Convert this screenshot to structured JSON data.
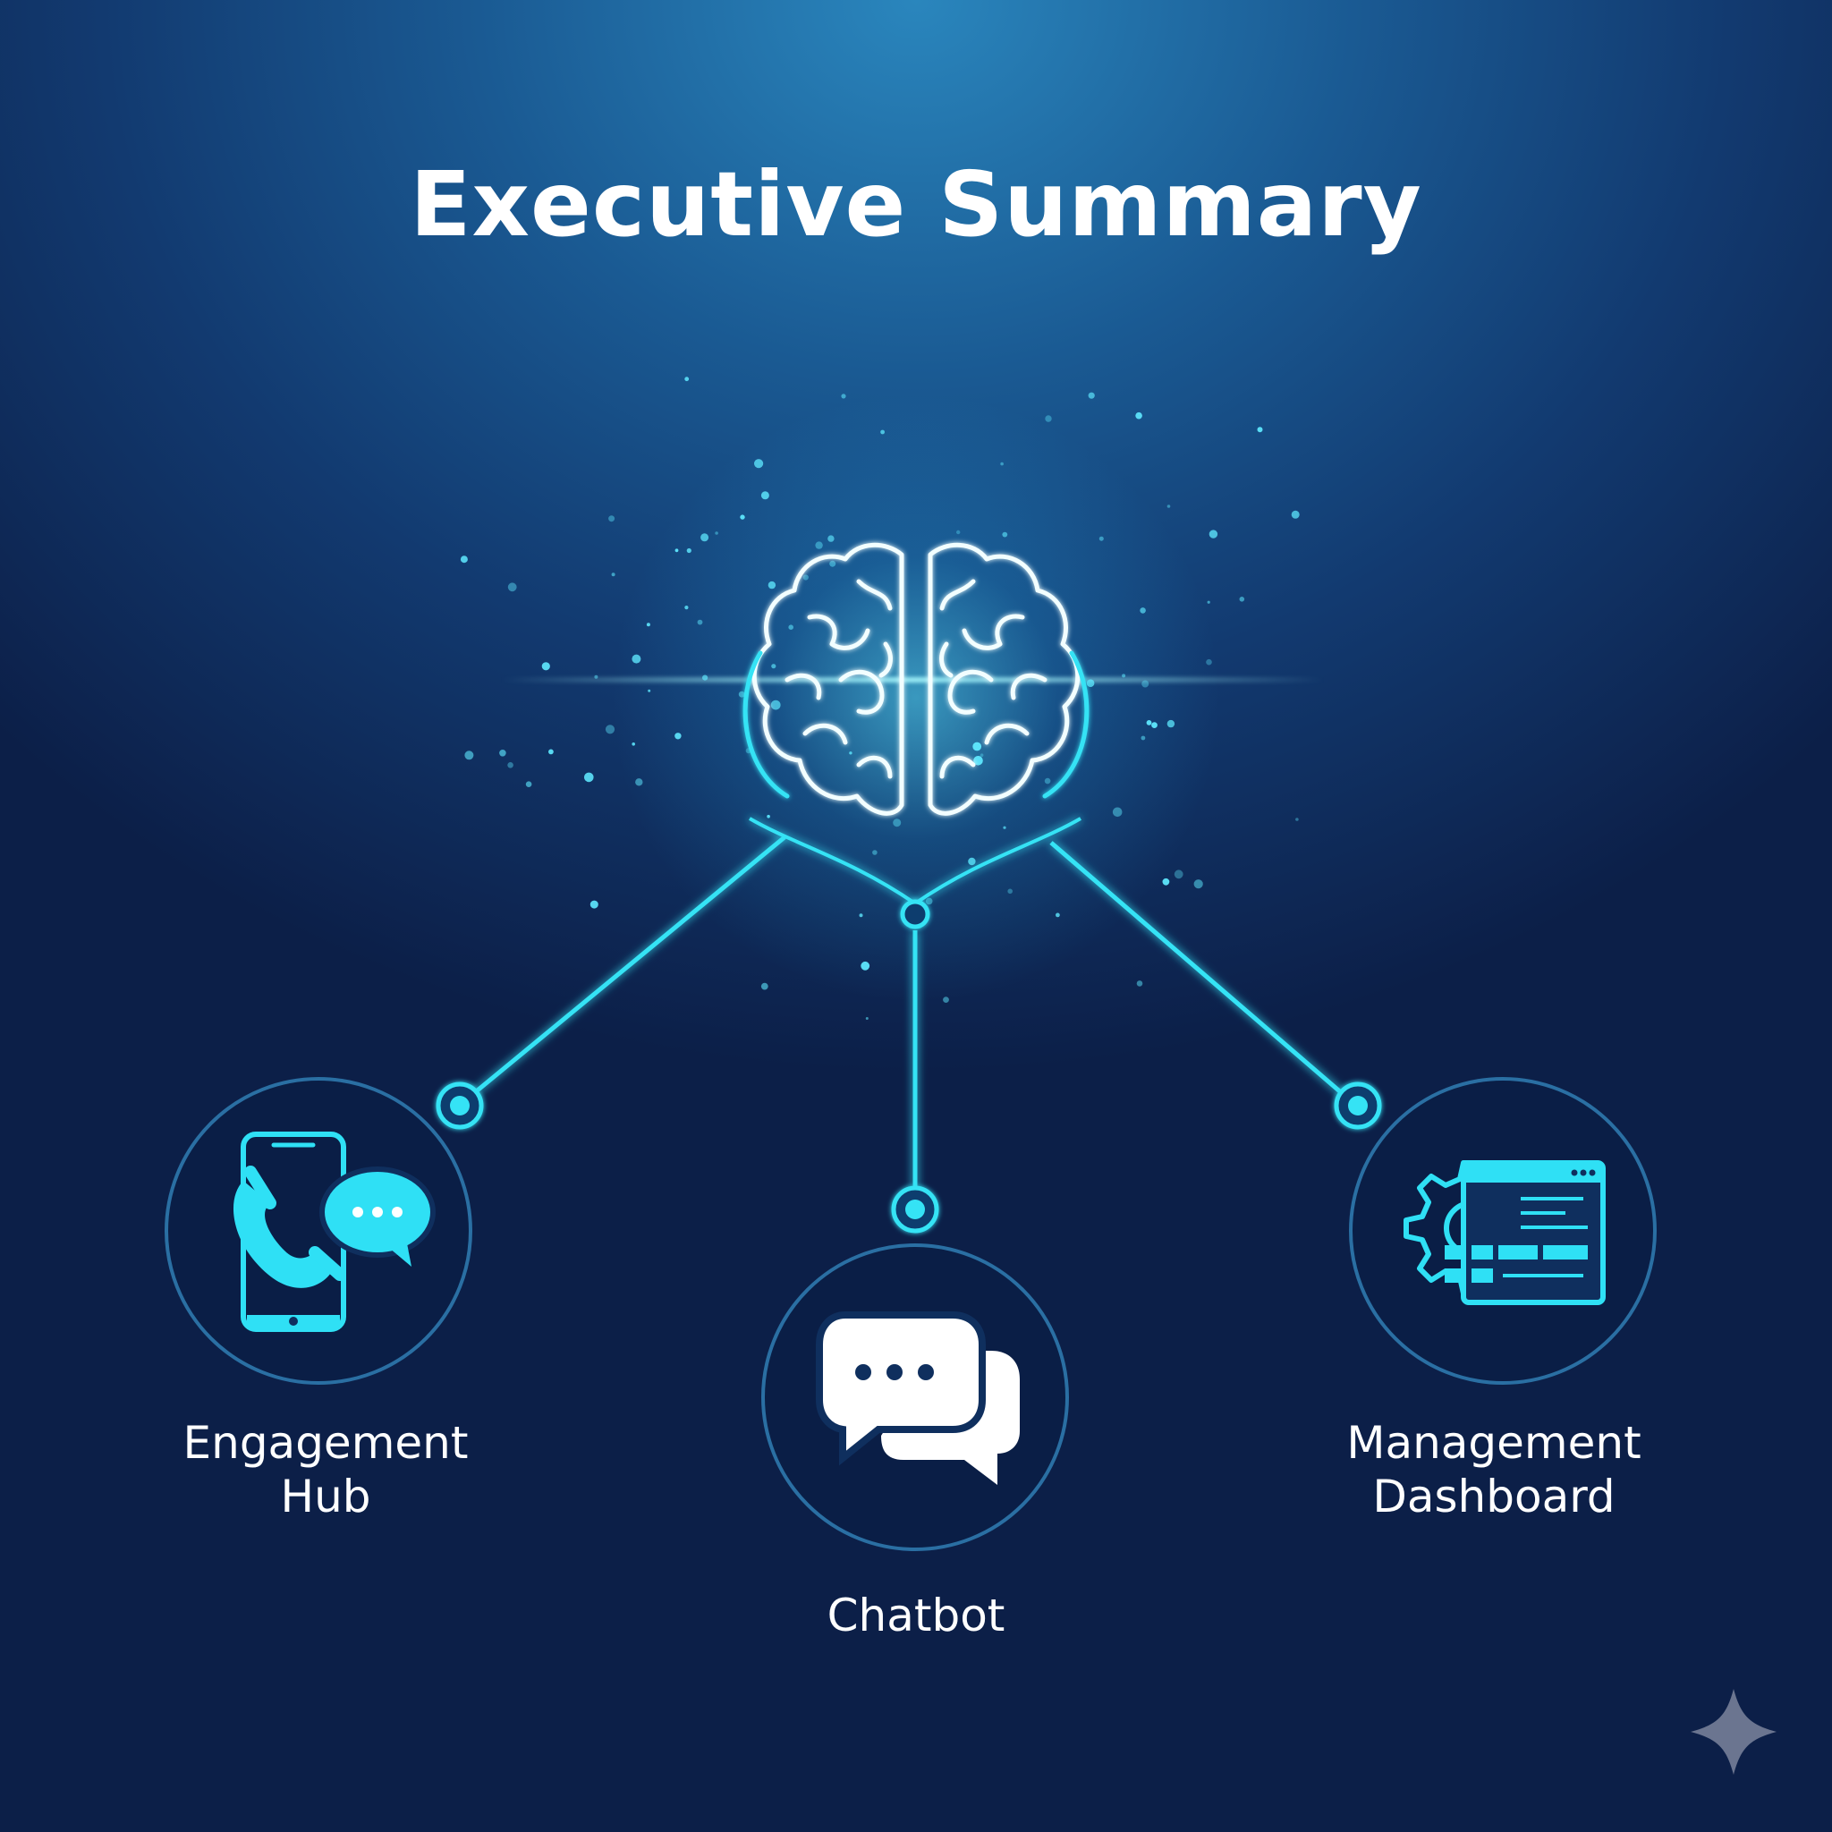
{
  "title": "Executive Summary",
  "nodes": {
    "engagement_hub": {
      "lines": [
        "Engagement",
        "Hub"
      ],
      "icon": "phone-chat-icon"
    },
    "chatbot": {
      "lines": [
        "Chatbot"
      ],
      "icon": "chat-bubbles-icon"
    },
    "management_dashboard": {
      "lines": [
        "Management",
        "Dashboard"
      ],
      "icon": "gear-dashboard-icon"
    }
  },
  "center_icon": "brain-icon",
  "corner_icon": "sparkle-icon",
  "colors": {
    "accent": "#2fe0f5",
    "ring": "#2a6fa3",
    "text": "#ffffff",
    "background_top": "#2a86bd",
    "background_bottom": "#0c1f48"
  }
}
